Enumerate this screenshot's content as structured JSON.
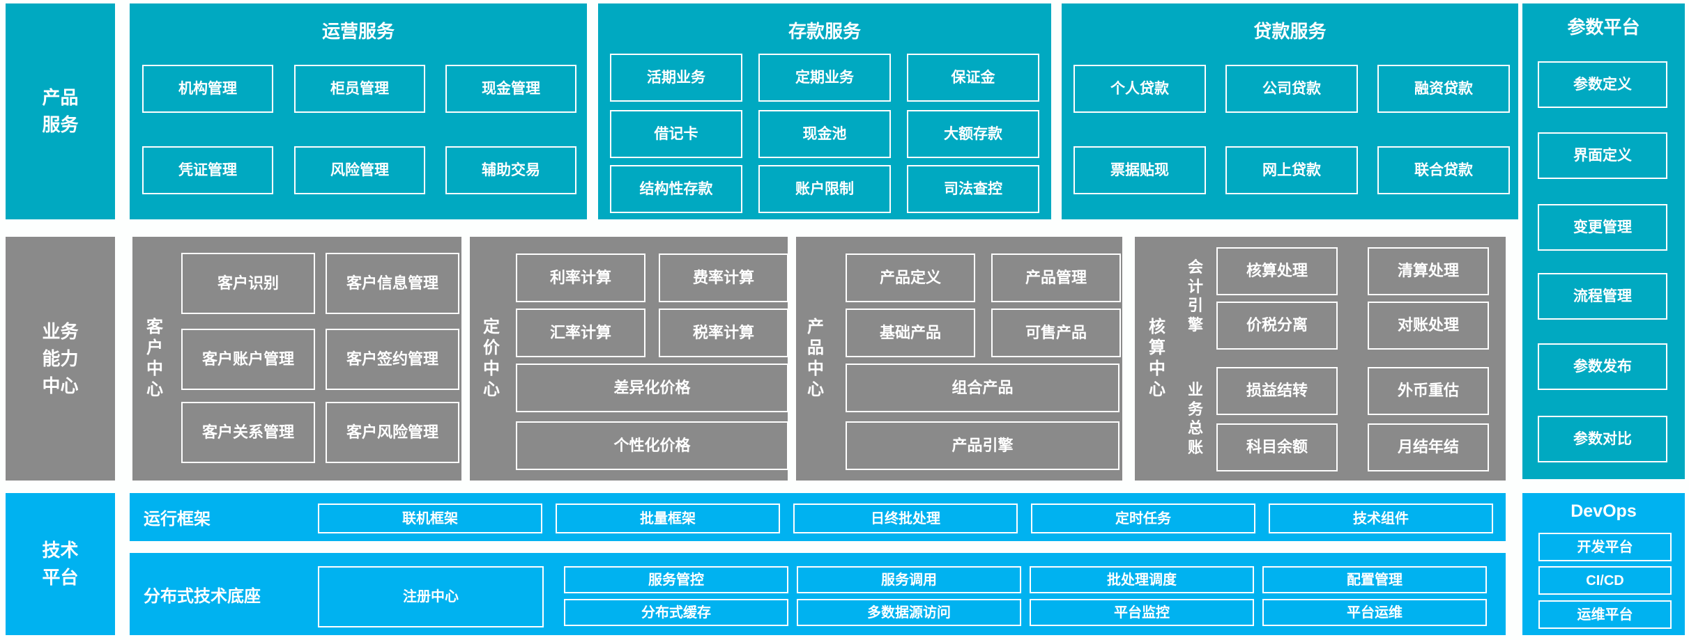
{
  "colors": {
    "teal": "#00A9C1",
    "gray": "#8A8A8A",
    "blue": "#00B2F0",
    "background": "#FDFFFE",
    "text": "#FFFFFF"
  },
  "rails": {
    "product": {
      "lines": [
        "产品",
        "服务"
      ]
    },
    "business": {
      "lines": [
        "业务",
        "能力",
        "中心"
      ]
    },
    "tech": {
      "lines": [
        "技术",
        "平台"
      ]
    }
  },
  "top": {
    "operations": {
      "title": "运营服务",
      "items": [
        "机构管理",
        "柜员管理",
        "现金管理",
        "凭证管理",
        "风险管理",
        "辅助交易"
      ]
    },
    "deposit": {
      "title": "存款服务",
      "items": [
        "活期业务",
        "定期业务",
        "保证金",
        "借记卡",
        "现金池",
        "大额存款",
        "结构性存款",
        "账户限制",
        "司法查控"
      ]
    },
    "loan": {
      "title": "贷款服务",
      "items": [
        "个人贷款",
        "公司贷款",
        "融资贷款",
        "票据贴现",
        "网上贷款",
        "联合贷款"
      ]
    }
  },
  "param_platform": {
    "title": "参数平台",
    "items": [
      "参数定义",
      "界面定义",
      "变更管理",
      "流程管理",
      "参数发布",
      "参数对比"
    ]
  },
  "centers": {
    "customer": {
      "label": "客户中心",
      "items": [
        "客户识别",
        "客户信息管理",
        "客户账户管理",
        "客户签约管理",
        "客户关系管理",
        "客户风险管理"
      ]
    },
    "pricing": {
      "label": "定价中心",
      "items": [
        "利率计算",
        "费率计算",
        "汇率计算",
        "税率计算"
      ],
      "wide": [
        "差异化价格",
        "个性化价格"
      ]
    },
    "product": {
      "label": "产品中心",
      "items": [
        "产品定义",
        "产品管理",
        "基础产品",
        "可售产品"
      ],
      "wide": [
        "组合产品",
        "产品引擎"
      ]
    },
    "accounting": {
      "label": "核算中心",
      "groups": [
        {
          "label": "会计引擎",
          "items": [
            "核算处理",
            "清算处理",
            "价税分离",
            "对账处理"
          ]
        },
        {
          "label": "业务总账",
          "items": [
            "损益结转",
            "外币重估",
            "科目余额",
            "月结年结"
          ]
        }
      ]
    }
  },
  "tech_platform": {
    "runtime": {
      "label": "运行框架",
      "items": [
        "联机框架",
        "批量框架",
        "日终批处理",
        "定时任务",
        "技术组件"
      ]
    },
    "distributed": {
      "label": "分布式技术底座",
      "registry": "注册中心",
      "columns": [
        {
          "top": "服务管控",
          "bottom": "分布式缓存"
        },
        {
          "top": "服务调用",
          "bottom": "多数据源访问"
        },
        {
          "top": "批处理调度",
          "bottom": "平台监控"
        },
        {
          "top": "配置管理",
          "bottom": "平台运维"
        }
      ]
    },
    "devops": {
      "title": "DevOps",
      "items": [
        "开发平台",
        "CI/CD",
        "运维平台"
      ]
    }
  }
}
